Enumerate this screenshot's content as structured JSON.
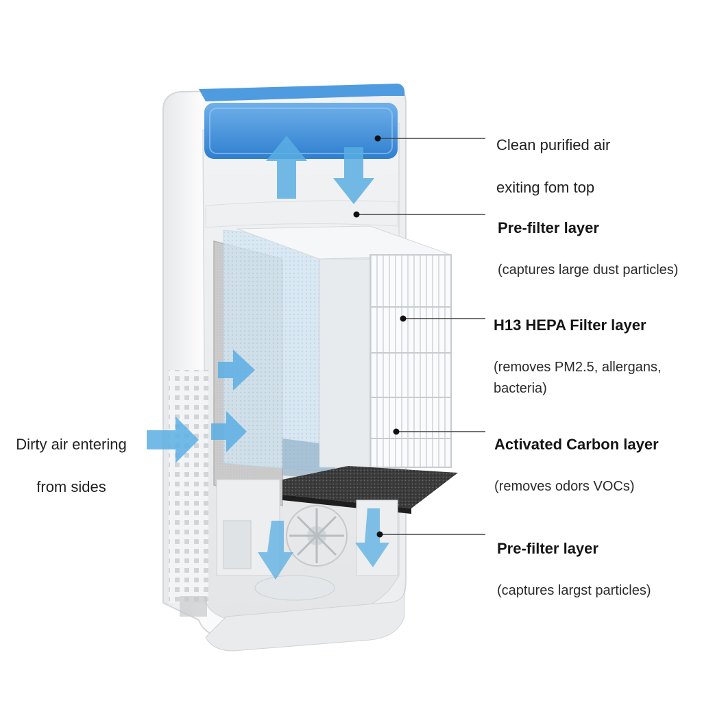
{
  "diagram": {
    "callouts": [
      {
        "id": "clean-air",
        "line1": "Clean purified air",
        "line2": "exiting fom top"
      },
      {
        "id": "prefilter-top",
        "title": "Pre-filter layer",
        "sub": "(captures large dust particles)"
      },
      {
        "id": "hepa",
        "title": "H13 HEPA Filter layer",
        "sub": "(removes PM2.5, allergans,\nbacteria)"
      },
      {
        "id": "carbon",
        "title": "Activated Carbon layer",
        "sub": "(removes odors VOCs)"
      },
      {
        "id": "prefilter-bottom",
        "title": "Pre-filter layer",
        "sub": "(captures largst particles)"
      }
    ],
    "dirty_air": {
      "line1": "Dirty air entering",
      "line2": "from sides"
    },
    "colors": {
      "arrow_blue": "#5aaee3",
      "foam_blue": "#3f8fd6",
      "housing": "#f4f5f6",
      "carbon": "#3a3a3a",
      "prefilter": "#c9c9c9",
      "leader_line": "#444444"
    }
  }
}
